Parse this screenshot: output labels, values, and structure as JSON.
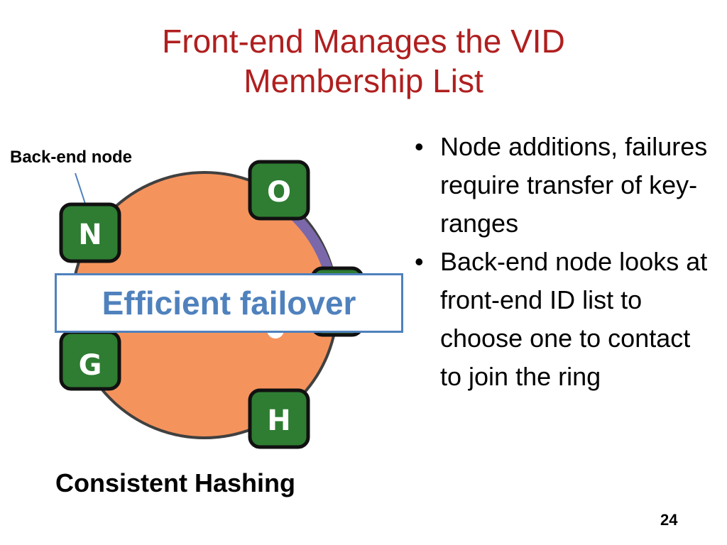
{
  "title": {
    "line1": "Front-end Manages the VID",
    "line2": "Membership List"
  },
  "diagram": {
    "backend_label": "Back-end node",
    "nodes": [
      {
        "id": "node-o",
        "label": "O"
      },
      {
        "id": "node-n",
        "label": "N"
      },
      {
        "id": "node-g",
        "label": "G"
      },
      {
        "id": "node-h",
        "label": "H"
      }
    ],
    "callout": "Efficient failover",
    "caption": "Consistent Hashing",
    "colors": {
      "ring_fill": "#f5935c",
      "ring_stroke": "#404040",
      "arc": "#7b68aa",
      "node_fill": "#2e7d32",
      "node_border": "#111111",
      "callout_border": "#4f81bd",
      "callout_text": "#4f81bd"
    }
  },
  "bullets": [
    "Node additions, failures require transfer of key-ranges",
    "Back-end node looks at front-end ID list to choose one to contact to join the ring"
  ],
  "bullet_glyph": "•",
  "page_number": "24",
  "colors": {
    "title": "#b01f1f"
  }
}
